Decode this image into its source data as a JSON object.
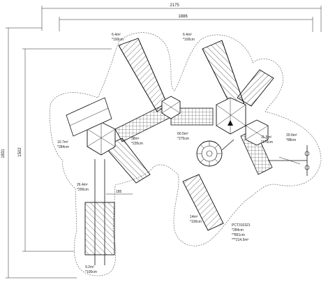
{
  "dimensions": {
    "overall_width": "2175",
    "inner_width": "1886",
    "overall_height": "1831",
    "inner_height": "1502",
    "segment": "185"
  },
  "area_labels": [
    {
      "area": "6.4m²",
      "height": "*100cm"
    },
    {
      "area": "6.4m²",
      "height": "*100cm"
    },
    {
      "area": "10.7m²",
      "height": "*284cm"
    },
    {
      "area": "38m²",
      "height": "*235cm"
    },
    {
      "area": "60.5m²",
      "height": "*275cm"
    },
    {
      "area": "11.5m²",
      "height": "*176cm"
    },
    {
      "area": "20.6m²",
      "height": "*88cm"
    },
    {
      "area": "26.4m²",
      "height": "*200cm"
    },
    {
      "area": "14m²",
      "height": "*100cm"
    },
    {
      "area": "9.2m²",
      "height": "*100cm"
    }
  ],
  "product_info": {
    "code": "PCT310321",
    "line1": "*284cm",
    "line2": "**891cm",
    "line3": "***214.5m²"
  }
}
